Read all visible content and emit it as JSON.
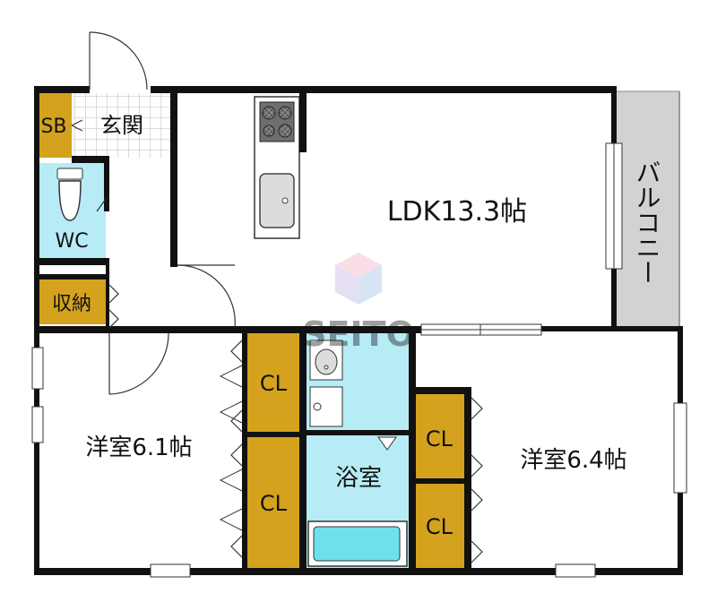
{
  "rooms": {
    "ldk": "LDK13.3帖",
    "western_left": "洋室6.1帖",
    "western_right": "洋室6.4帖",
    "bath": "浴室",
    "entrance": "玄関",
    "shoe_box": "SB",
    "toilet": "WC",
    "storage": "収納",
    "balcony": "バルコニー",
    "closets": [
      "CL",
      "CL",
      "CL",
      "CL"
    ]
  },
  "watermark": {
    "text": "SEITO"
  },
  "colors": {
    "wall": "#111111",
    "closet": "#D4A21C",
    "wet_area": "#B7ECF6",
    "tile": "#C8C8C8",
    "balcony": "#D2D2D2",
    "floor": "#FFFFFF"
  }
}
